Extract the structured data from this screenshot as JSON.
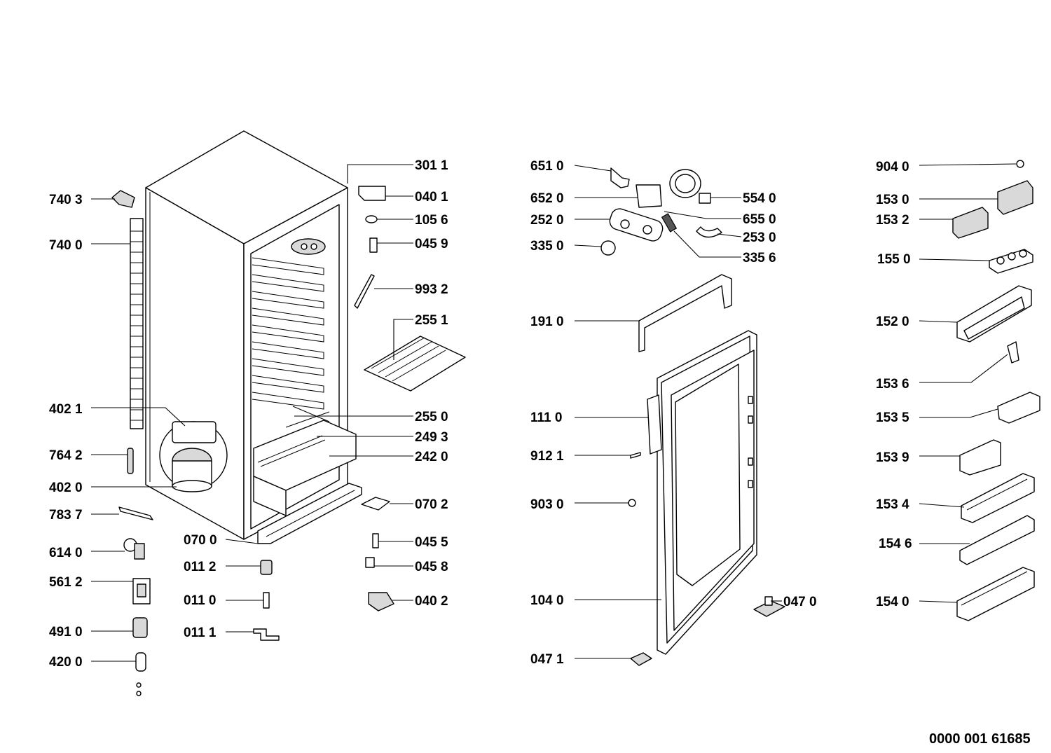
{
  "diagram": {
    "doc_number": "0000 001 61685",
    "callouts": {
      "c3011": "301  1",
      "c0401": "040 1",
      "c1056": "105 6",
      "c0459": "045 9",
      "c9932": "993 2",
      "c2551": "255 1",
      "c2550": "255 0",
      "c2493": "249 3",
      "c2420": "242 0",
      "c0702": "070 2",
      "c0455": "045 5",
      "c0458": "045 8",
      "c0402": "040 2",
      "c7403": "740 3",
      "c7400": "740 0",
      "c4021": "402 1",
      "c7642": "764 2",
      "c4020": "402 0",
      "c7837": "783 7",
      "c6140": "614 0",
      "c5612": "561 2",
      "c4910": "491 0",
      "c4200": "420 0",
      "c0700": "070 0",
      "c0112": "011 2",
      "c0110": "011 0",
      "c0111": "011 1",
      "c6510": "651 0",
      "c6520": "652 0",
      "c2520": "252 0",
      "c3350": "335 0",
      "c5540": "554 0",
      "c6550": "655 0",
      "c2530": "253 0",
      "c3356": "335 6",
      "c1910": "191 0",
      "c1110": "111 0",
      "c9121": "912 1",
      "c9030": "903 0",
      "c1040": "104 0",
      "c0470": "047 0",
      "c0471": "047 1",
      "c9040": "904 0",
      "c1530": "153 0",
      "c1532": "153 2",
      "c1550": "155 0",
      "c1520": "152 0",
      "c1536": "153 6",
      "c1535": "153 5",
      "c1539": "153 9",
      "c1534": "153 4",
      "c1546": "154 6",
      "c1540": "154 0"
    }
  }
}
